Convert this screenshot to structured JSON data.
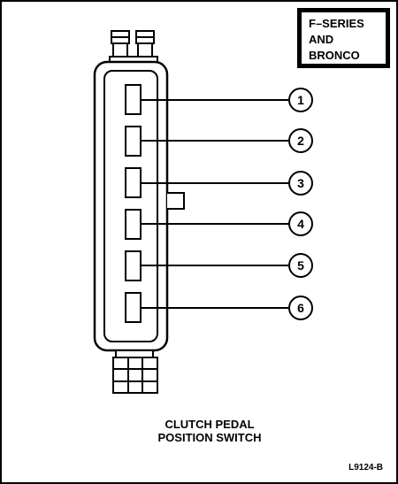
{
  "badge": {
    "line1": "F–SERIES",
    "line2": "AND",
    "line3": "BRONCO"
  },
  "pins": [
    {
      "number": "1"
    },
    {
      "number": "2"
    },
    {
      "number": "3"
    },
    {
      "number": "4"
    },
    {
      "number": "5"
    },
    {
      "number": "6"
    }
  ],
  "caption": {
    "line1": "CLUTCH PEDAL",
    "line2": "POSITION SWITCH"
  },
  "figure_id": "L9124-B"
}
